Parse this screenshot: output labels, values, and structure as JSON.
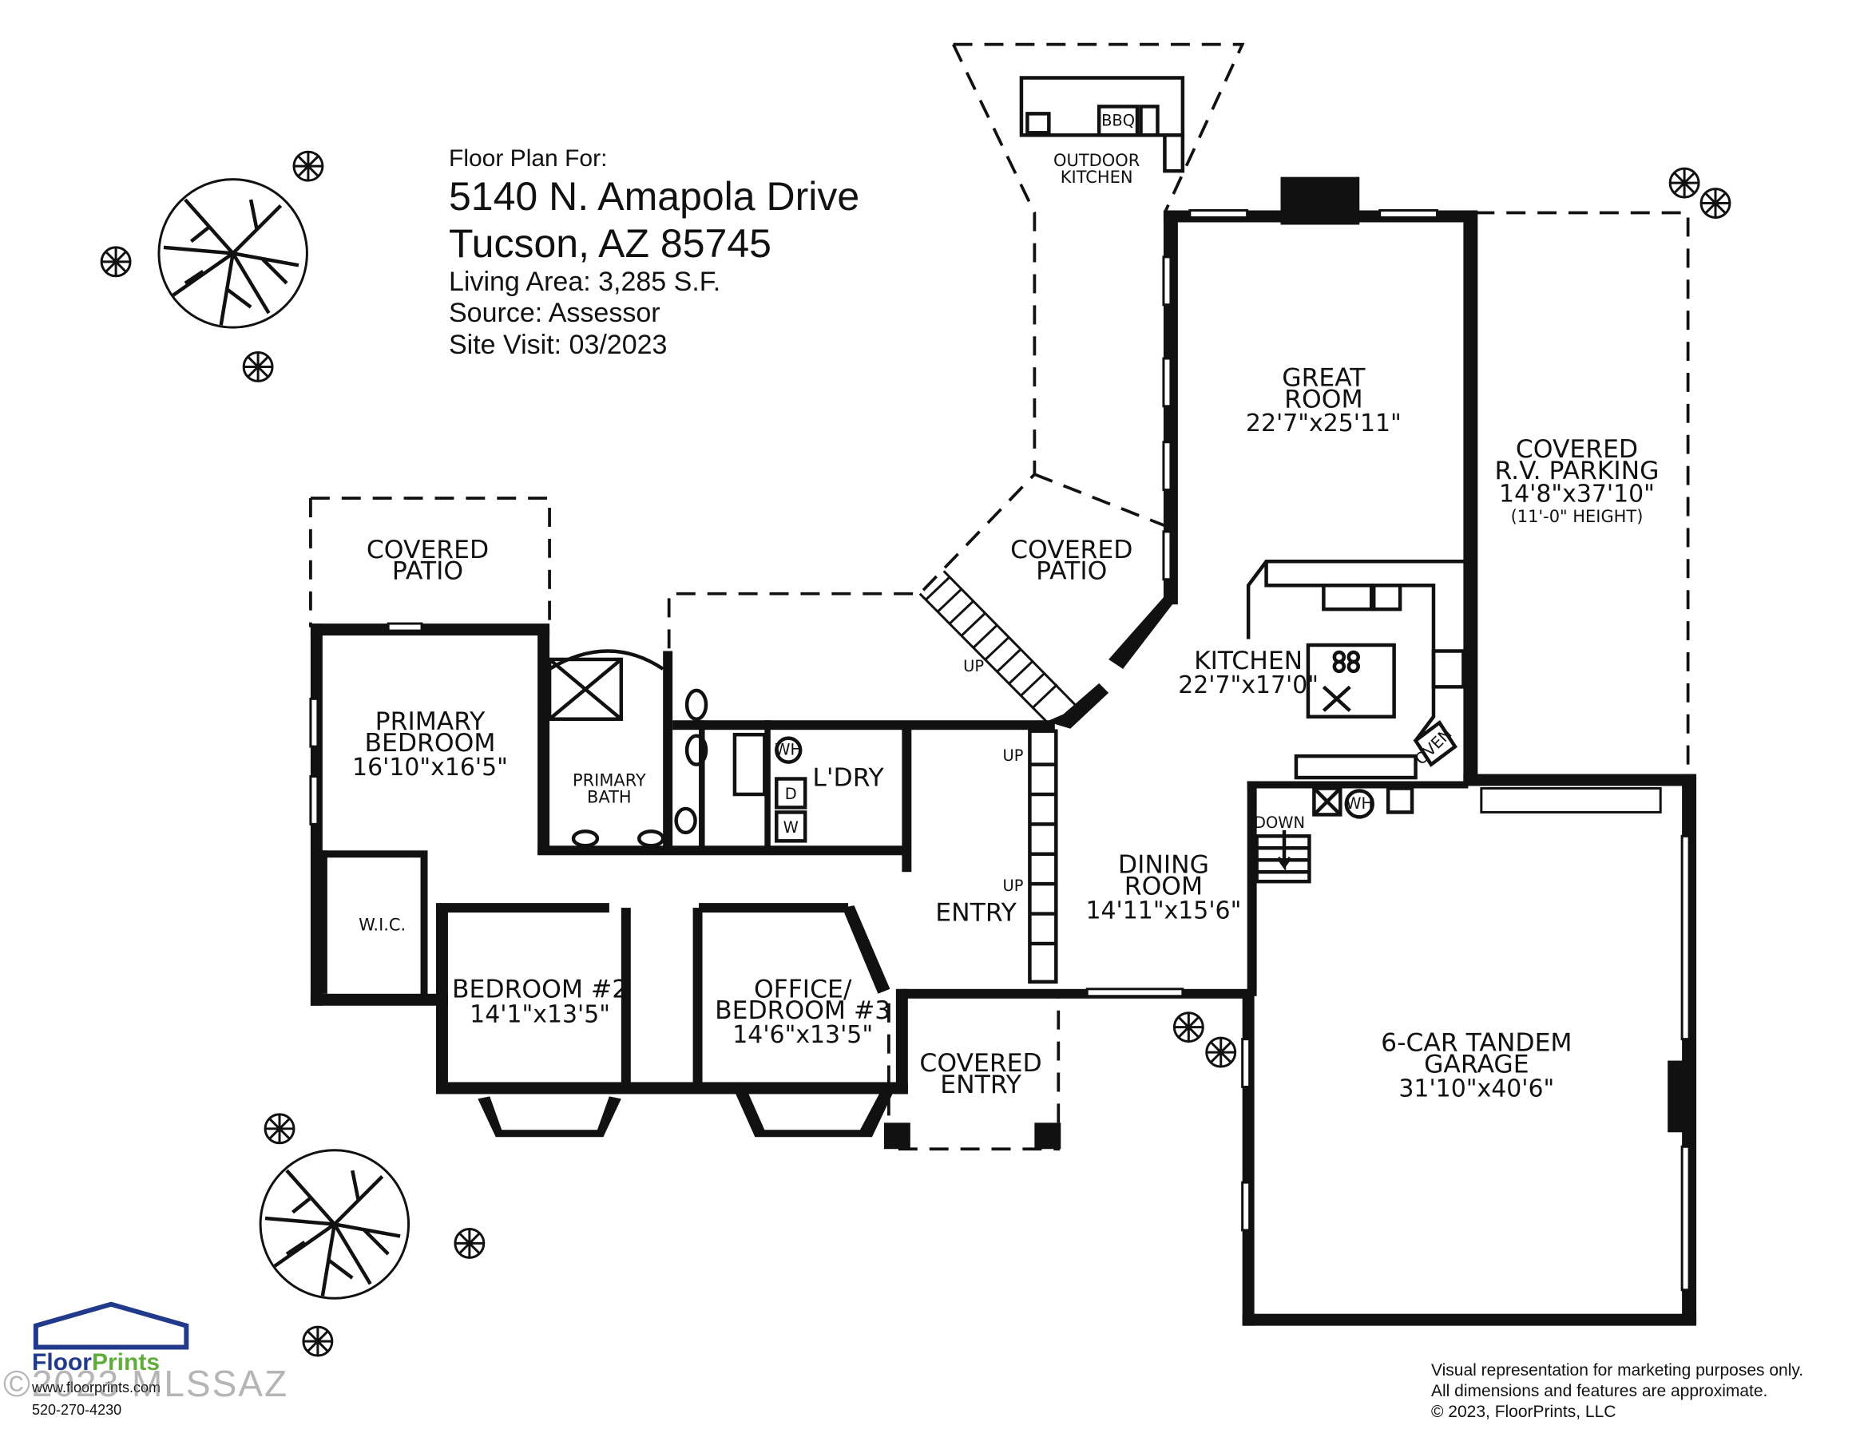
{
  "header": {
    "prefix": "Floor Plan For:",
    "address_line1": "5140 N. Amapola Drive",
    "address_line2": "Tucson, AZ  85745",
    "living_area": "Living Area:  3,285 S.F.",
    "source": "Source:  Assessor",
    "site_visit": "Site Visit:  03/2023"
  },
  "rooms": {
    "outdoor_kitchen": {
      "line1": "OUTDOOR",
      "line2": "KITCHEN",
      "bbq": "BBQ"
    },
    "great_room": {
      "line1": "GREAT",
      "line2": "ROOM",
      "dim": "22'7\"x25'11\""
    },
    "covered_rv": {
      "line1": "COVERED",
      "line2": "R.V. PARKING",
      "dim": "14'8\"x37'10\"",
      "note": "(11'-0\" HEIGHT)"
    },
    "covered_patio_left": {
      "line1": "COVERED",
      "line2": "PATIO"
    },
    "covered_patio_center": {
      "line1": "COVERED",
      "line2": "PATIO"
    },
    "primary_bedroom": {
      "line1": "PRIMARY",
      "line2": "BEDROOM",
      "dim": "16'10\"x16'5\""
    },
    "primary_bath": {
      "line1": "PRIMARY",
      "line2": "BATH"
    },
    "kitchen": {
      "line1": "KITCHEN",
      "dim": "22'7\"x17'0\"",
      "oven": "OVEN"
    },
    "laundry": {
      "line1": "L'DRY",
      "wh": "WH",
      "d": "D",
      "w": "W"
    },
    "wic": {
      "line1": "W.I.C."
    },
    "dining_room": {
      "line1": "DINING",
      "line2": "ROOM",
      "dim": "14'11\"x15'6\""
    },
    "entry": {
      "line1": "ENTRY"
    },
    "bedroom2": {
      "line1": "BEDROOM #2",
      "dim": "14'1\"x13'5\""
    },
    "office": {
      "line1": "OFFICE/",
      "line2": "BEDROOM #3",
      "dim": "14'6\"x13'5\""
    },
    "covered_entry": {
      "line1": "COVERED",
      "line2": "ENTRY"
    },
    "garage": {
      "line1": "6-CAR TANDEM",
      "line2": "GARAGE",
      "dim": "31'10\"x40'6\"",
      "wh": "WH"
    }
  },
  "stairs": {
    "up1": "UP",
    "up2": "UP",
    "up3": "UP",
    "down": "DOWN"
  },
  "brand": {
    "name_a": "Floor",
    "name_b": "Prints",
    "web": "www.floorprints.com",
    "phone": "520-270-4230"
  },
  "watermark": "©2023 MLSSAZ",
  "disclaimer": {
    "line1": "Visual representation for marketing purposes only.",
    "line2": "All dimensions and features are approximate.",
    "line3": "© 2023, FloorPrints, LLC"
  }
}
